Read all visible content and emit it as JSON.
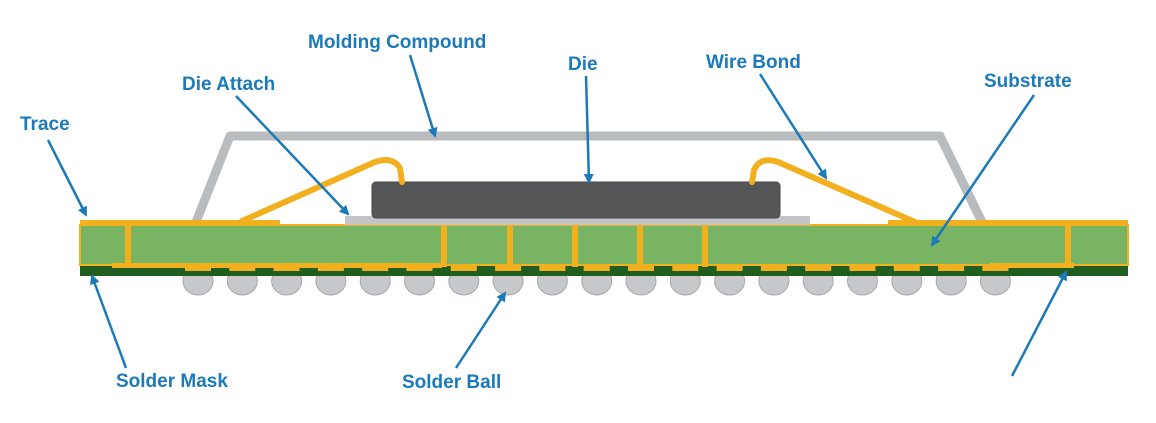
{
  "diagram": {
    "colors": {
      "label": "#1c7ab8",
      "arrow": "#1c7ab8",
      "molding": "#b9bcbf",
      "die": "#555658",
      "die_attach": "#c2c4c6",
      "substrate": "#79b462",
      "solder_mask": "#1f5e1e",
      "trace": "#f2b01e",
      "solder_ball": "#c6c8ca"
    },
    "labels": {
      "trace": "Trace",
      "die_attach": "Die Attach",
      "molding_compound": "Molding Compound",
      "die": "Die",
      "wire_bond": "Wire Bond",
      "substrate": "Substrate",
      "solder_mask": "Solder Mask",
      "solder_ball": "Solder Ball"
    }
  }
}
